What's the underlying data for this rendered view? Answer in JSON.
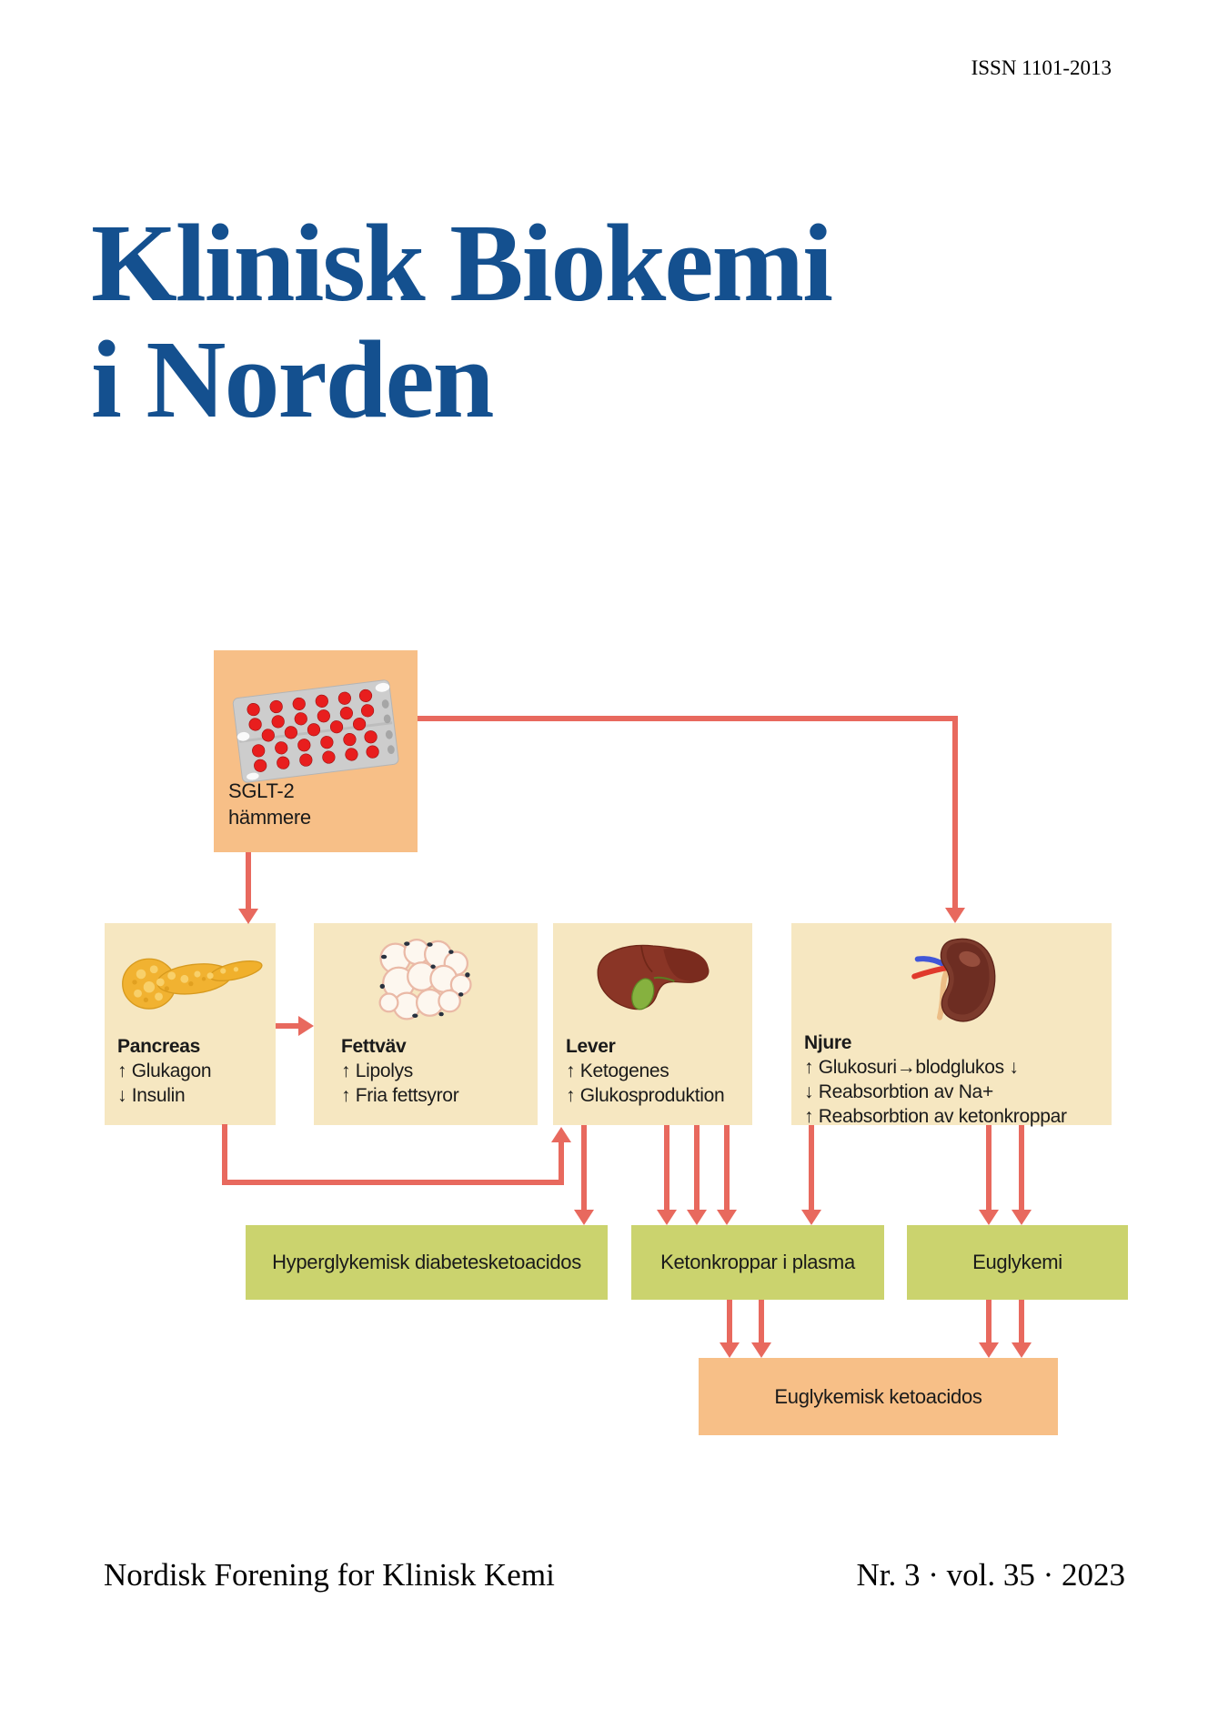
{
  "page": {
    "issn": "ISSN 1101-2013",
    "title_line1": "Klinisk Biokemi",
    "title_line2": "i Norden",
    "footer_left": "Nordisk Forening for Klinisk Kemi",
    "footer_right": "Nr. 3 · vol. 35 · 2023"
  },
  "colors": {
    "title-blue": "#14508f",
    "arrow-red": "#e8695e",
    "box-orange": "#f7bf87",
    "box-cream": "#f6e7c1",
    "box-green": "#cbd36e",
    "ink": "#1a1a1a"
  },
  "diagram": {
    "sglt2": {
      "icon": "pill-blister-pack",
      "label_line1": "SGLT-2",
      "label_line2": "hämmere"
    },
    "organs": [
      {
        "id": "pancreas",
        "icon": "pancreas-illustration",
        "label": "Pancreas",
        "lines": [
          "↑ Glukagon",
          "↓ Insulin"
        ]
      },
      {
        "id": "fettvav",
        "icon": "adipose-tissue-illustration",
        "label": "Fettväv",
        "lines": [
          "↑ Lipolys",
          "↑ Fria fettsyror"
        ]
      },
      {
        "id": "lever",
        "icon": "liver-illustration",
        "label": "Lever",
        "lines": [
          "↑ Ketogenes",
          "↑ Glukosproduktion"
        ]
      },
      {
        "id": "njure",
        "icon": "kidney-illustration",
        "label": "Njure",
        "lines": [
          "↑ Glukosuri→blodglukos ↓",
          "↓ Reabsorbtion av Na+",
          "↑ Reabsorbtion av ketonkroppar"
        ]
      }
    ],
    "outcomes": [
      {
        "id": "hyperglykemisk-dka",
        "label": "Hyperglykemisk diabetesketoacidos"
      },
      {
        "id": "ketonkroppar",
        "label": "Ketonkroppar i plasma"
      },
      {
        "id": "euglykemi",
        "label": "Euglykemi"
      }
    ],
    "result": {
      "label": "Euglykemisk ketoacidos"
    }
  }
}
